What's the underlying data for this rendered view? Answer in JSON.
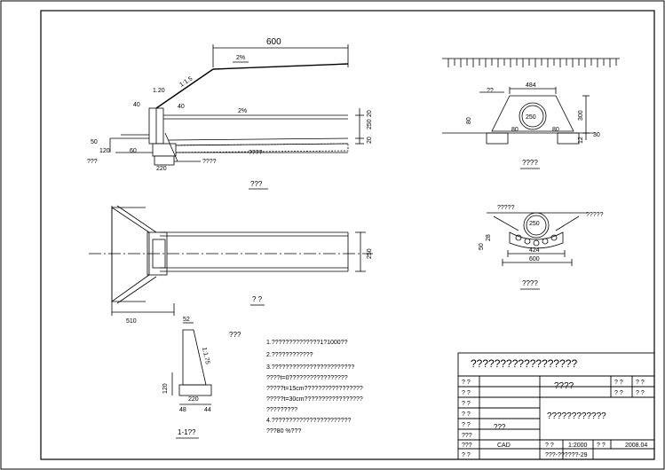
{
  "elevation": {
    "dim_top": "600",
    "slope_upper": "2%",
    "slope_label": "1:1.5",
    "slope_lower": "2%",
    "left_labels": [
      "1.20",
      "40",
      "40",
      "50",
      "120",
      "60"
    ],
    "left_label2": "???",
    "foot_dim": "220",
    "foot_note": "????",
    "fill_note": "????",
    "right_dims": [
      "250",
      "20",
      "20"
    ],
    "caption": "???"
  },
  "plan": {
    "width_dim": "250",
    "left_dim": "510",
    "caption": "? ?"
  },
  "section1": {
    "top_dim": "484",
    "pipe": "250",
    "left_note": "??",
    "height_dim": "300",
    "side_dims": [
      "80",
      "80"
    ],
    "right_dims": [
      "12",
      "30"
    ],
    "left_80": "80",
    "caption": "????"
  },
  "section2": {
    "left_note": "?????",
    "right_note": "?????",
    "pipe": "250",
    "inner": "424",
    "outer": "600",
    "side_dims": [
      "50",
      "28"
    ],
    "caption": "????"
  },
  "wall": {
    "top_dim": "52",
    "height_dim": "120",
    "slope": "1:1.75",
    "base_dims": [
      "48",
      "220",
      "44"
    ],
    "caption": "1-1??"
  },
  "notes": {
    "heading": "???",
    "lines": [
      "1.??????????????1?1000??",
      "2.????????????",
      "3.????????????????????????",
      "  ????t=0?????????????????",
      "  ?????t=15cm?????????????????",
      "  ?????t=30cm?????????????????",
      "  ?????????",
      "4.???????????????????????",
      "  ???80 %???"
    ]
  },
  "title_block": {
    "title": "??????????????????",
    "r1_left": "? ?",
    "r1_mid": "????",
    "r1_right_a": "? ?",
    "r1_right_b": "? ?",
    "r2_left": "? ?",
    "r2_right_a": "? ?",
    "r2_right_b": "? ?",
    "r3_left": "? ?",
    "r4_left": "? ?",
    "r4_mid": "????????????",
    "r5_left": "? ?",
    "r6_left": "???",
    "r6_b": "???",
    "r7_left": "???",
    "r7_b": "CAD",
    "r7_c": "? ?",
    "r7_scale": "1:2000",
    "r7_d": "? ?",
    "r7_date": "2008.04",
    "r8_left": "? ?",
    "r8_sheet": "???-??????-29"
  }
}
